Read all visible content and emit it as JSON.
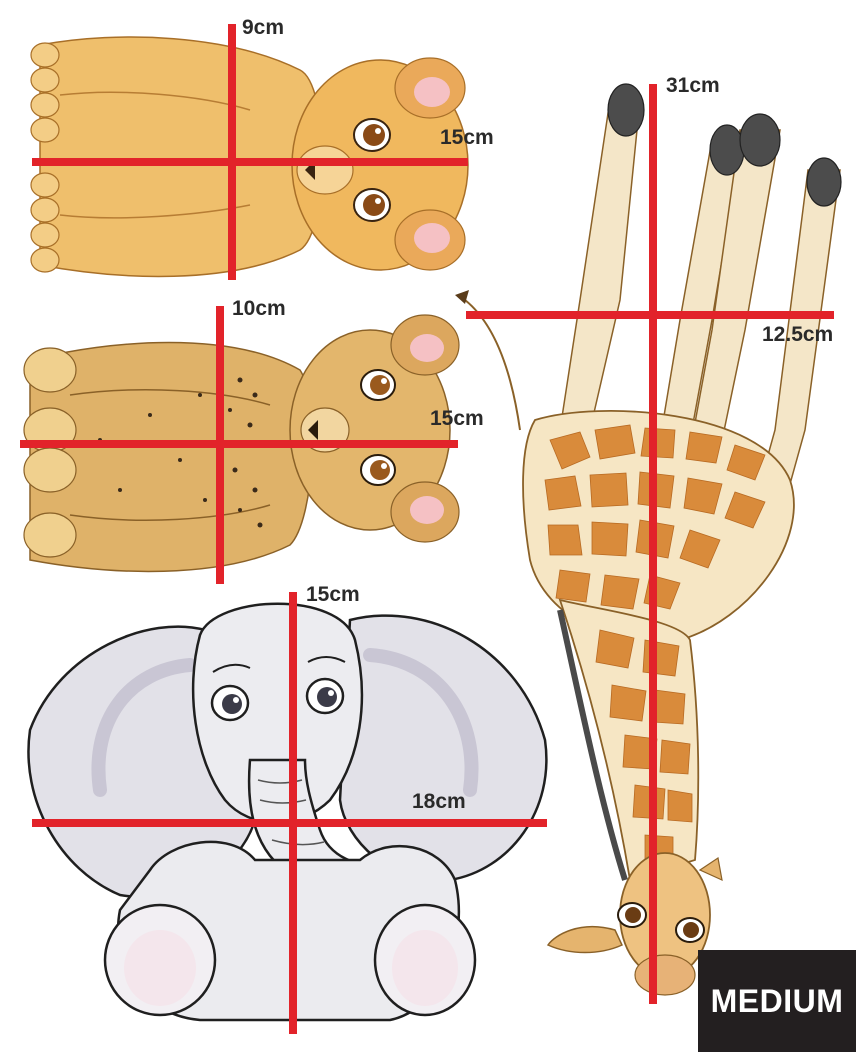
{
  "animals": {
    "lion": {
      "name": "lion-cub",
      "height": "9cm",
      "width": "15cm"
    },
    "cheetah": {
      "name": "cheetah-cub",
      "height": "10cm",
      "width": "15cm"
    },
    "elephant": {
      "name": "elephant",
      "height": "15cm",
      "width": "18cm"
    },
    "giraffe": {
      "name": "giraffe",
      "height": "31cm",
      "width": "12.5cm"
    }
  },
  "size_badge": "MEDIUM",
  "colors": {
    "measure_line": "#e2232a",
    "badge_bg": "#231f20",
    "label_text": "#2a2a2a",
    "lion_fur": "#e9b45c",
    "cheetah_fur": "#dcae62",
    "elephant_skin": "#e4e4ea",
    "giraffe_base": "#f6e6c4",
    "giraffe_spots": "#d8893a"
  }
}
